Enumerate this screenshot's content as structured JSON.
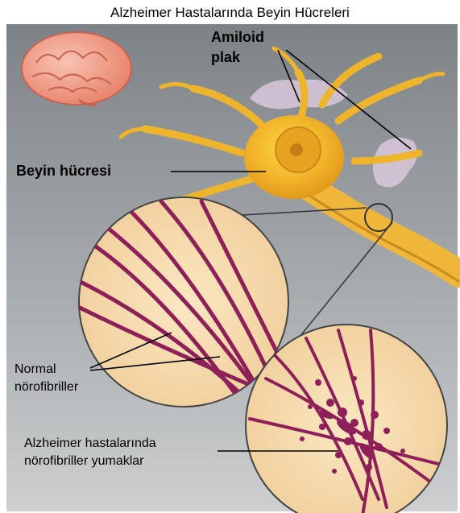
{
  "title": "Alzheimer Hastalarında Beyin Hücreleri",
  "labels": {
    "amyloid_plaque": [
      "Amiloid",
      "plak"
    ],
    "brain_cell": "Beyin hücresi",
    "normal_neurofibrils": [
      "Normal",
      "nörofibriller"
    ],
    "tangled_neurofibrils": [
      "Alzheimer hastalarında",
      "nörofibriller yumaklar"
    ]
  },
  "colors": {
    "background_top": "#7d8287",
    "background_bottom": "#c9cbcc",
    "neuron": "#f2b52a",
    "neuron_core": "#d99a18",
    "plaque": "#d9c8dc",
    "circle_fill": "#f6ddb2",
    "fibril": "#8e1f58",
    "brain": "#f29e8e"
  }
}
